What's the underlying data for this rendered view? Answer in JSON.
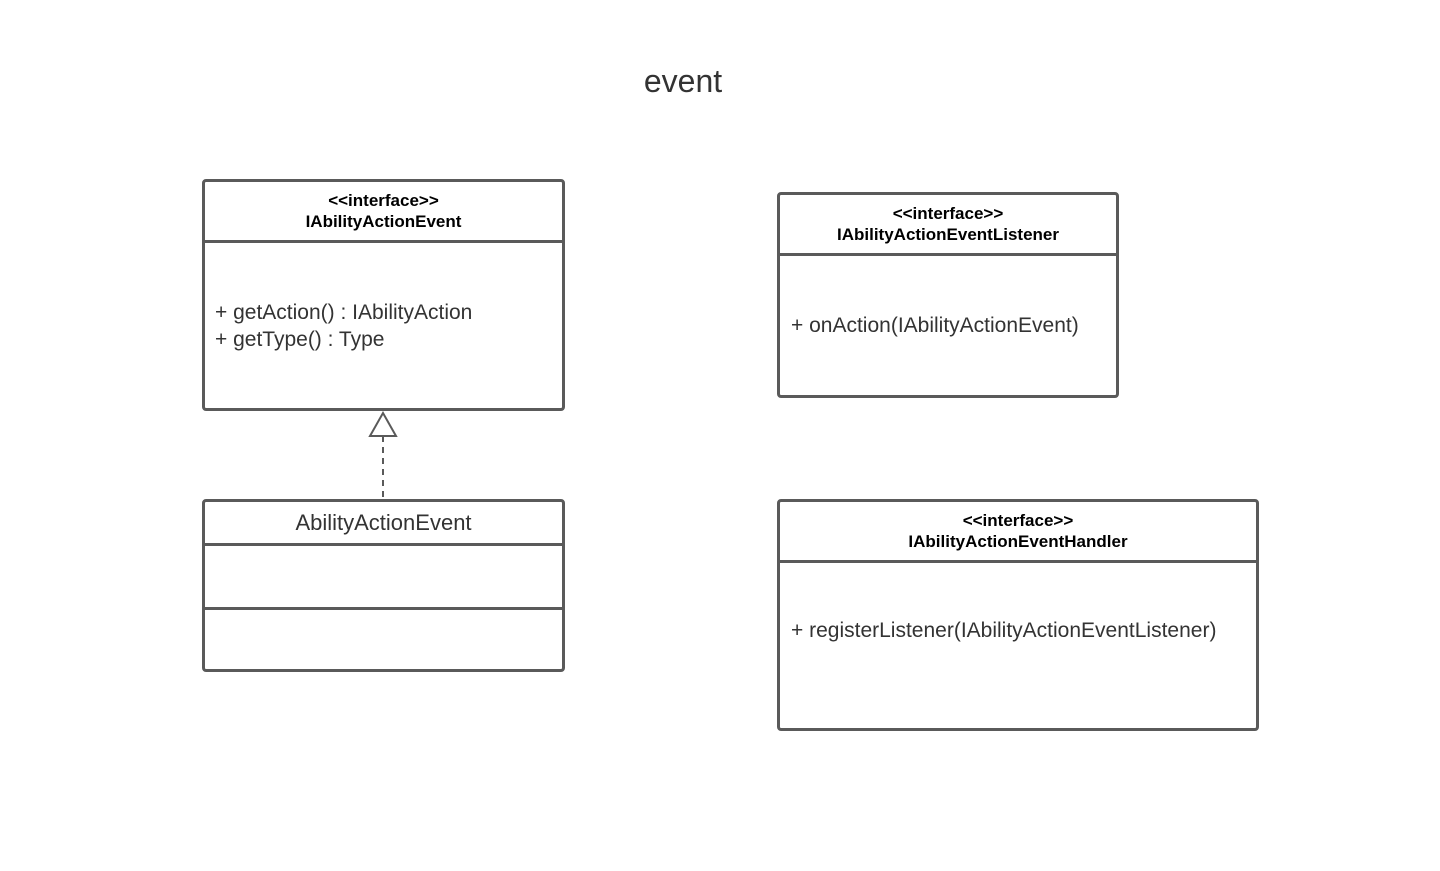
{
  "diagram": {
    "title": "event"
  },
  "classes": {
    "ability_action_event_interface": {
      "stereotype": "<<interface>>",
      "name": "IAbilityActionEvent",
      "methods": [
        "+ getAction() : IAbilityAction",
        "+ getType() : Type"
      ]
    },
    "ability_action_event": {
      "name": "AbilityActionEvent",
      "attributes": [],
      "methods": []
    },
    "listener_interface": {
      "stereotype": "<<interface>>",
      "name": "IAbilityActionEventListener",
      "methods": [
        "+ onAction(IAbilityActionEvent)"
      ]
    },
    "handler_interface": {
      "stereotype": "<<interface>>",
      "name": "IAbilityActionEventHandler",
      "methods": [
        "+ registerListener(IAbilityActionEventListener)"
      ]
    }
  },
  "relations": [
    {
      "type": "realization",
      "from": "AbilityActionEvent",
      "to": "IAbilityActionEvent"
    }
  ],
  "colors": {
    "border": "#5a5a5a",
    "text": "#333333",
    "header_text": "#000000",
    "background": "#ffffff"
  }
}
